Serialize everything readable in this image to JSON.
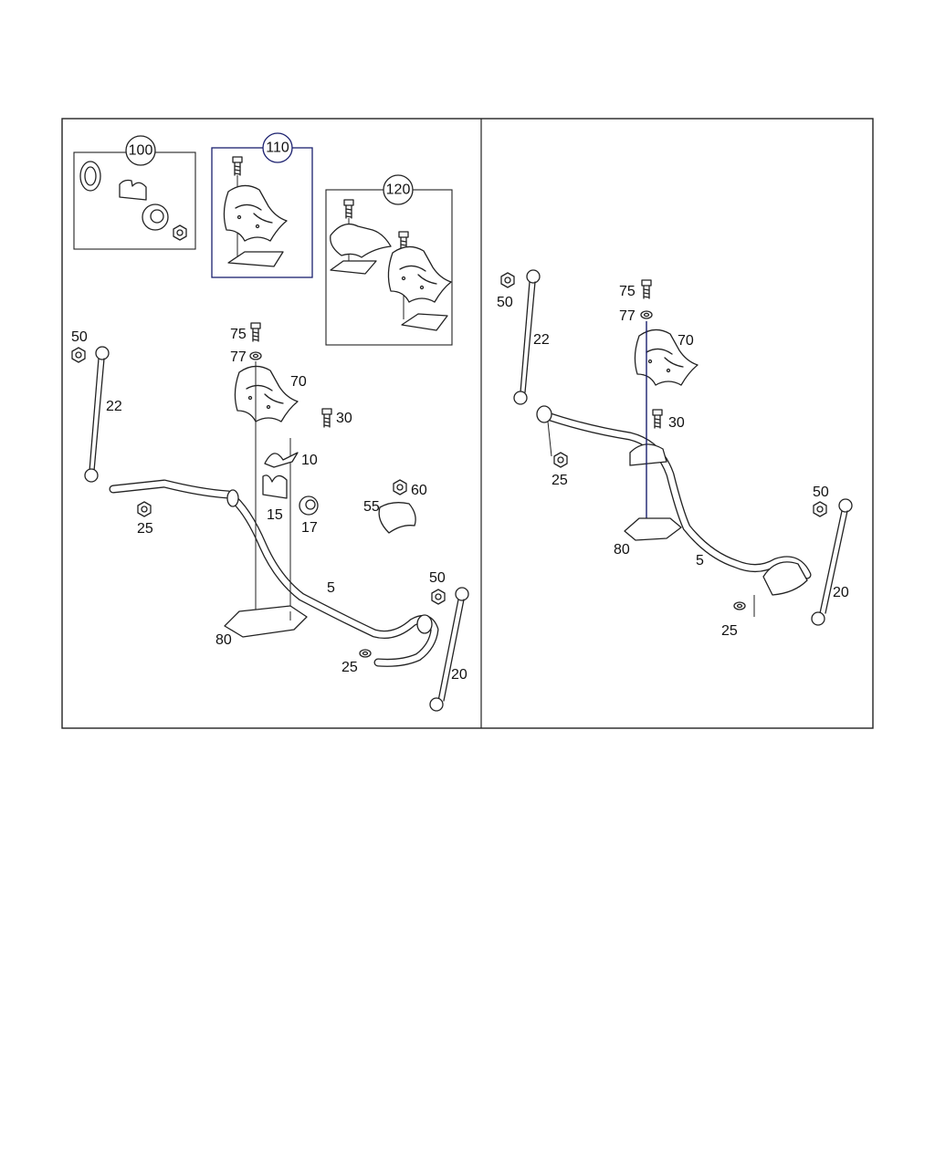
{
  "labels": {
    "k100": "100",
    "k110": "110",
    "k120": "120",
    "l50": "50",
    "l22": "22",
    "l75": "75",
    "l77": "77",
    "l70": "70",
    "l30": "30",
    "l10": "10",
    "l15": "15",
    "l17": "17",
    "l25a": "25",
    "l55": "55",
    "l60": "60",
    "l5": "5",
    "l80": "80",
    "l25b": "25",
    "l20": "20",
    "r50a": "50",
    "r22": "22",
    "r75": "75",
    "r77": "77",
    "r70": "70",
    "r30": "30",
    "r25a": "25",
    "r80": "80",
    "r5": "5",
    "r50b": "50",
    "r20": "20",
    "r25b": "25"
  }
}
